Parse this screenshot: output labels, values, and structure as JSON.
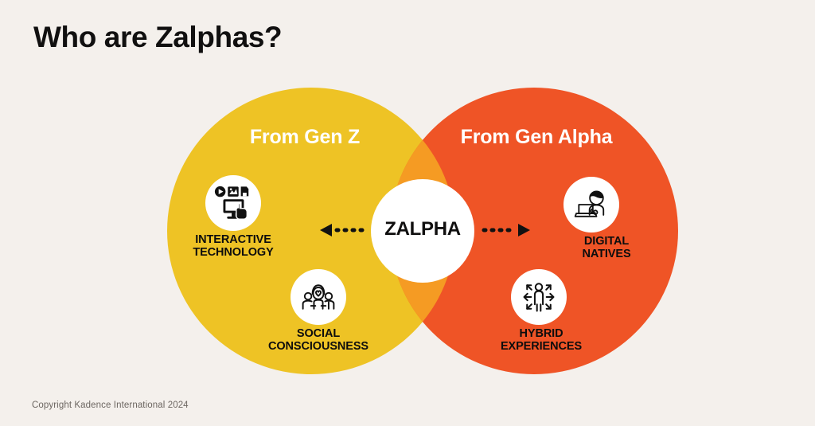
{
  "background_color": "#f4f0ec",
  "title": "Who are Zalphas?",
  "venn": {
    "left_circle": {
      "label": "From Gen Z",
      "color": "#eec325"
    },
    "right_circle": {
      "label": "From Gen Alpha",
      "color": "#ef5426"
    },
    "overlap_color": "#f59b23",
    "center_badge": {
      "text": "ZALPHA",
      "color": "#ffffff"
    },
    "arrow_left": "dotted-arrow-left",
    "arrow_right": "dotted-arrow-right"
  },
  "traits": {
    "interactive_technology": {
      "label": "INTERACTIVE\nTECHNOLOGY",
      "icon": "monitor-touch-media-icon"
    },
    "social_consciousness": {
      "label": "SOCIAL\nCONSCIOUSNESS",
      "icon": "people-heart-icon"
    },
    "digital_natives": {
      "label": "DIGITAL\nNATIVES",
      "icon": "person-laptop-icon"
    },
    "hybrid_experiences": {
      "label": "HYBRID\nEXPERIENCES",
      "icon": "person-arrows-outward-icon"
    }
  },
  "copyright": "Copyright Kadence International 2024"
}
